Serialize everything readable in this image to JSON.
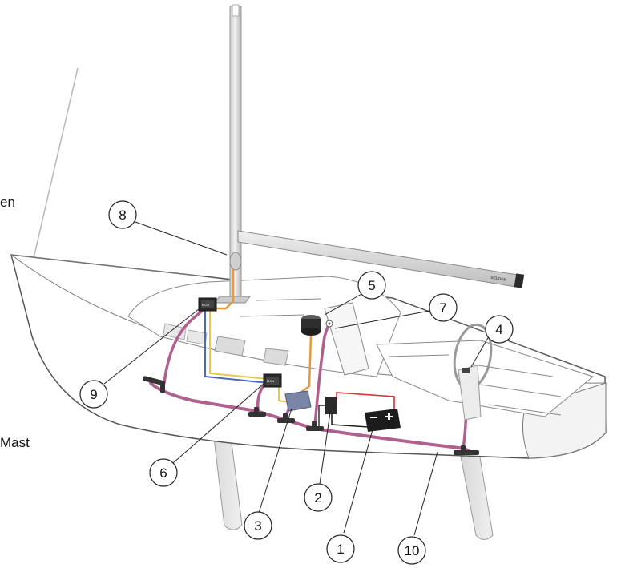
{
  "edge_labels": {
    "left_upper": "en",
    "left_lower": "Mast"
  },
  "unit_label": "MCU",
  "boom_brand": "SELDEN",
  "callouts": [
    {
      "id": 1,
      "label": "1"
    },
    {
      "id": 2,
      "label": "2"
    },
    {
      "id": 3,
      "label": "3"
    },
    {
      "id": 4,
      "label": "4"
    },
    {
      "id": 5,
      "label": "5"
    },
    {
      "id": 6,
      "label": "6"
    },
    {
      "id": 7,
      "label": "7"
    },
    {
      "id": 8,
      "label": "8"
    },
    {
      "id": 9,
      "label": "9"
    },
    {
      "id": 10,
      "label": "10"
    }
  ],
  "colors": {
    "backbone_cable": "#b0608e",
    "power_red": "#d83030",
    "power_black": "#222222",
    "data_orange": "#e09a40",
    "data_yellow": "#e8c84a",
    "data_blue": "#4a6ab8",
    "hull_outline": "#555555",
    "hull_fill": "#ffffff",
    "keel_fill": "#e6e6e6",
    "mast_fill": "#dcdcdc",
    "device_dark": "#2a2a2a"
  }
}
